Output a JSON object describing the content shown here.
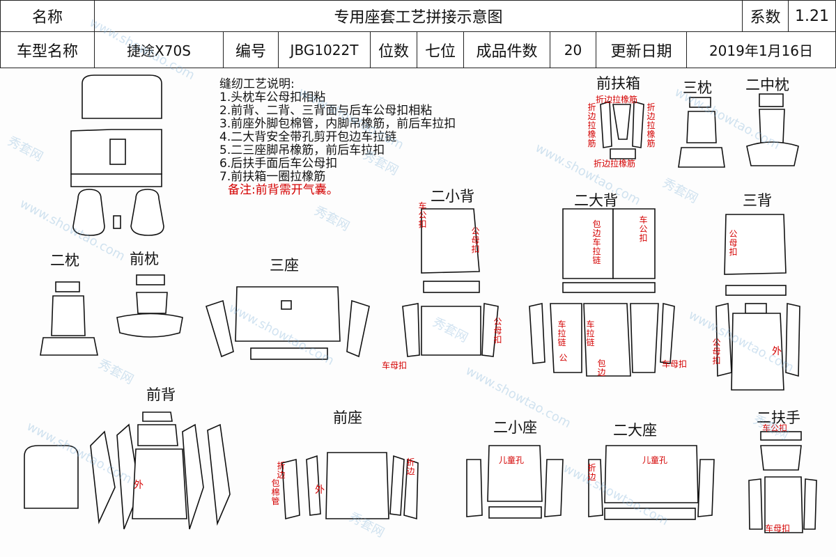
{
  "header": {
    "name_label": "名称",
    "title": "专用座套工艺拼接示意图",
    "coef_label": "系数",
    "coef_value": "1.21",
    "model_label": "车型名称",
    "model_value": "捷途X70S",
    "code_label": "编号",
    "code_value": "JBG1022T",
    "pos_label": "位数",
    "pos_value": "七位",
    "count_label": "成品件数",
    "count_value": "20",
    "date_label": "更新日期",
    "date_value": "2019年1月16日"
  },
  "notes": {
    "title": "缝纫工艺说明:",
    "items": [
      "1.头枕车公母扣相粘",
      "2.前背、二背、三背面与后车公母扣相粘",
      "3.前座外脚包棉管，内脚吊橡筋，前后车拉扣",
      "4.二大背安全带孔剪开包边车拉链",
      "5.二三座脚吊橡筋，前后车拉扣",
      "6.后扶手面后车公母扣",
      "7.前扶箱一圈拉橡筋"
    ],
    "remark": "备注:前背需开气囊。"
  },
  "parts": {
    "front_box": "前扶箱",
    "third_pillow": "三枕",
    "second_mid_pillow": "二中枕",
    "second_pillow": "二枕",
    "front_pillow": "前枕",
    "third_seat": "三座",
    "second_small_back": "二小背",
    "second_big_back": "二大背",
    "third_back": "三背",
    "front_back": "前背",
    "front_seat": "前座",
    "second_small_seat": "二小座",
    "second_big_seat": "二大座",
    "second_armrest": "二扶手"
  },
  "annotations": {
    "fold_elastic": "折边拉橡筋",
    "fold_elastic_v": "折边拉橡筋",
    "fold_elastic_v2": "折边拉橡筋",
    "fold_elastic_bottom": "折边拉橡筋",
    "car_male_1": "车公扣",
    "male_mother_1": "公母扣",
    "bind_zip": "包边车拉链",
    "car_male_2": "车公扣",
    "male_mother_2": "公母扣",
    "male_mother_3": "公母扣",
    "car_mother_1": "车母扣",
    "zip_1": "车拉链",
    "zip_2": "车拉链",
    "male_1": "公",
    "bind_1": "包边",
    "car_mother_2": "车母扣",
    "male_mother_4": "公母扣",
    "outer_1": "外",
    "outer_2": "外",
    "outer_3": "外",
    "fold_1": "折边",
    "fold_2": "折边",
    "fold_3": "折边",
    "cotton_tube": "包棉管",
    "child_hole_1": "儿童孔",
    "child_hole_2": "儿童孔",
    "car_male_3": "车公扣",
    "car_mother_3": "车母扣"
  },
  "watermark": {
    "text_site": "www.showtao.com",
    "text_brand": "秀套网"
  }
}
